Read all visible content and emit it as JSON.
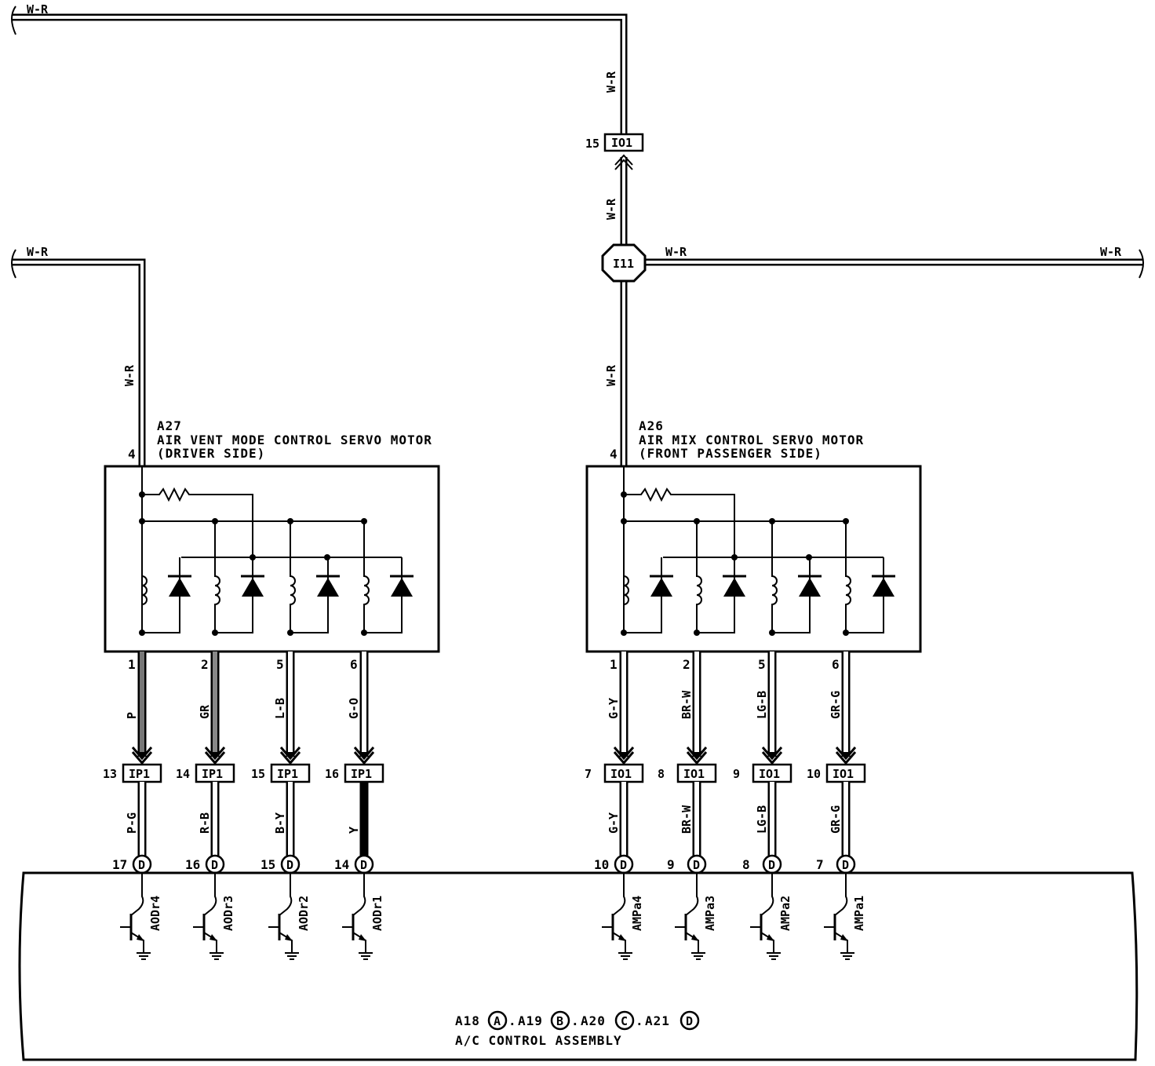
{
  "left_motor": {
    "id": "A27",
    "name": "AIR VENT MODE CONTROL SERVO MOTOR",
    "side": "(DRIVER SIDE)",
    "supply_pin": "4"
  },
  "right_motor": {
    "id": "A26",
    "name": "AIR MIX CONTROL SERVO MOTOR",
    "side": "(FRONT PASSENGER SIDE)",
    "supply_pin": "4"
  },
  "power": {
    "wire_color": "W-R",
    "junction_top": {
      "pin": "15",
      "connector": "IO1"
    },
    "junction_splice": "I11"
  },
  "left_channels": [
    {
      "motor_pin": "1",
      "wire_up": "P",
      "conn_pin": "13",
      "connector": "IP1",
      "wire_down": "P-G",
      "ecu_pin": "17",
      "ecu_conn": "D",
      "signal": "AODr4",
      "shade": "#777777"
    },
    {
      "motor_pin": "2",
      "wire_up": "GR",
      "conn_pin": "14",
      "connector": "IP1",
      "wire_down": "R-B",
      "ecu_pin": "16",
      "ecu_conn": "D",
      "signal": "AODr3",
      "shade": "#888888"
    },
    {
      "motor_pin": "5",
      "wire_up": "L-B",
      "conn_pin": "15",
      "connector": "IP1",
      "wire_down": "B-Y",
      "ecu_pin": "15",
      "ecu_conn": "D",
      "signal": "AODr2",
      "shade": "#ffffff"
    },
    {
      "motor_pin": "6",
      "wire_up": "G-O",
      "conn_pin": "16",
      "connector": "IP1",
      "wire_down": "Y",
      "ecu_pin": "14",
      "ecu_conn": "D",
      "signal": "AODr1",
      "shade": "#ffffff"
    }
  ],
  "right_channels": [
    {
      "motor_pin": "1",
      "wire_up": "G-Y",
      "conn_pin": "7",
      "connector": "IO1",
      "wire_down": "G-Y",
      "ecu_pin": "10",
      "ecu_conn": "D",
      "signal": "AMPa4",
      "shade": "#ffffff"
    },
    {
      "motor_pin": "2",
      "wire_up": "BR-W",
      "conn_pin": "8",
      "connector": "IO1",
      "wire_down": "BR-W",
      "ecu_pin": "9",
      "ecu_conn": "D",
      "signal": "AMPa3",
      "shade": "#ffffff"
    },
    {
      "motor_pin": "5",
      "wire_up": "LG-B",
      "conn_pin": "9",
      "connector": "IO1",
      "wire_down": "LG-B",
      "ecu_pin": "8",
      "ecu_conn": "D",
      "signal": "AMPa2",
      "shade": "#ffffff"
    },
    {
      "motor_pin": "6",
      "wire_up": "GR-G",
      "conn_pin": "10",
      "connector": "IO1",
      "wire_down": "GR-G",
      "ecu_pin": "7",
      "ecu_conn": "D",
      "signal": "AMPa1",
      "shade": "#ffffff"
    }
  ],
  "ecu": {
    "connectors": [
      {
        "id": "A18",
        "letter": "A"
      },
      {
        "id": "A19",
        "letter": "B"
      },
      {
        "id": "A20",
        "letter": "C"
      },
      {
        "id": "A21",
        "letter": "D"
      }
    ],
    "name": "A/C CONTROL ASSEMBLY"
  }
}
